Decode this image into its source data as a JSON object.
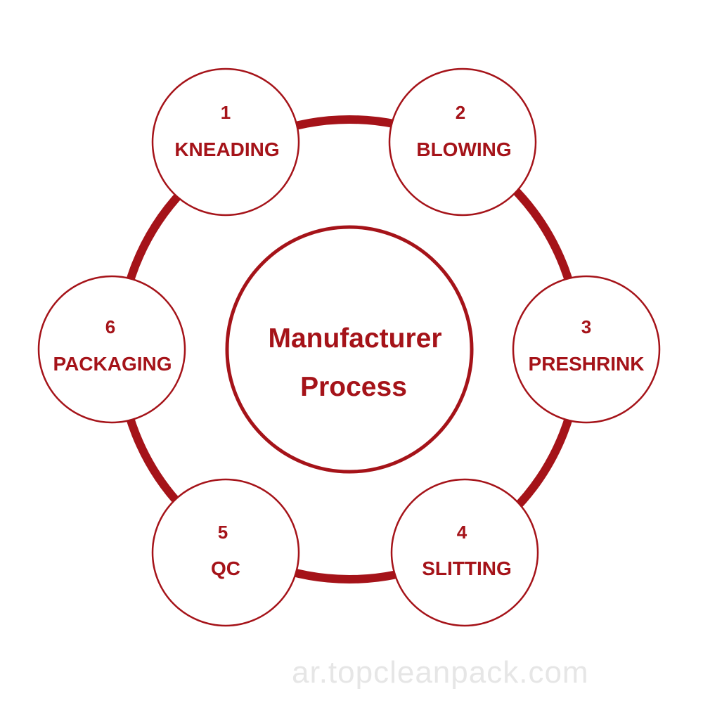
{
  "diagram": {
    "colors": {
      "primary": "#a51319",
      "background": "#ffffff"
    },
    "center": {
      "line1": "Manufacturer",
      "line2": "Process"
    },
    "steps": [
      {
        "number": "1",
        "label": "KNEADING"
      },
      {
        "number": "2",
        "label": "BLOWING"
      },
      {
        "number": "3",
        "label": "PRESHRINK"
      },
      {
        "number": "4",
        "label": "SLITTING"
      },
      {
        "number": "5",
        "label": "QC"
      },
      {
        "number": "6",
        "label": "PACKAGING"
      }
    ]
  },
  "watermark": {
    "text": "ar.topcleanpack.com"
  }
}
